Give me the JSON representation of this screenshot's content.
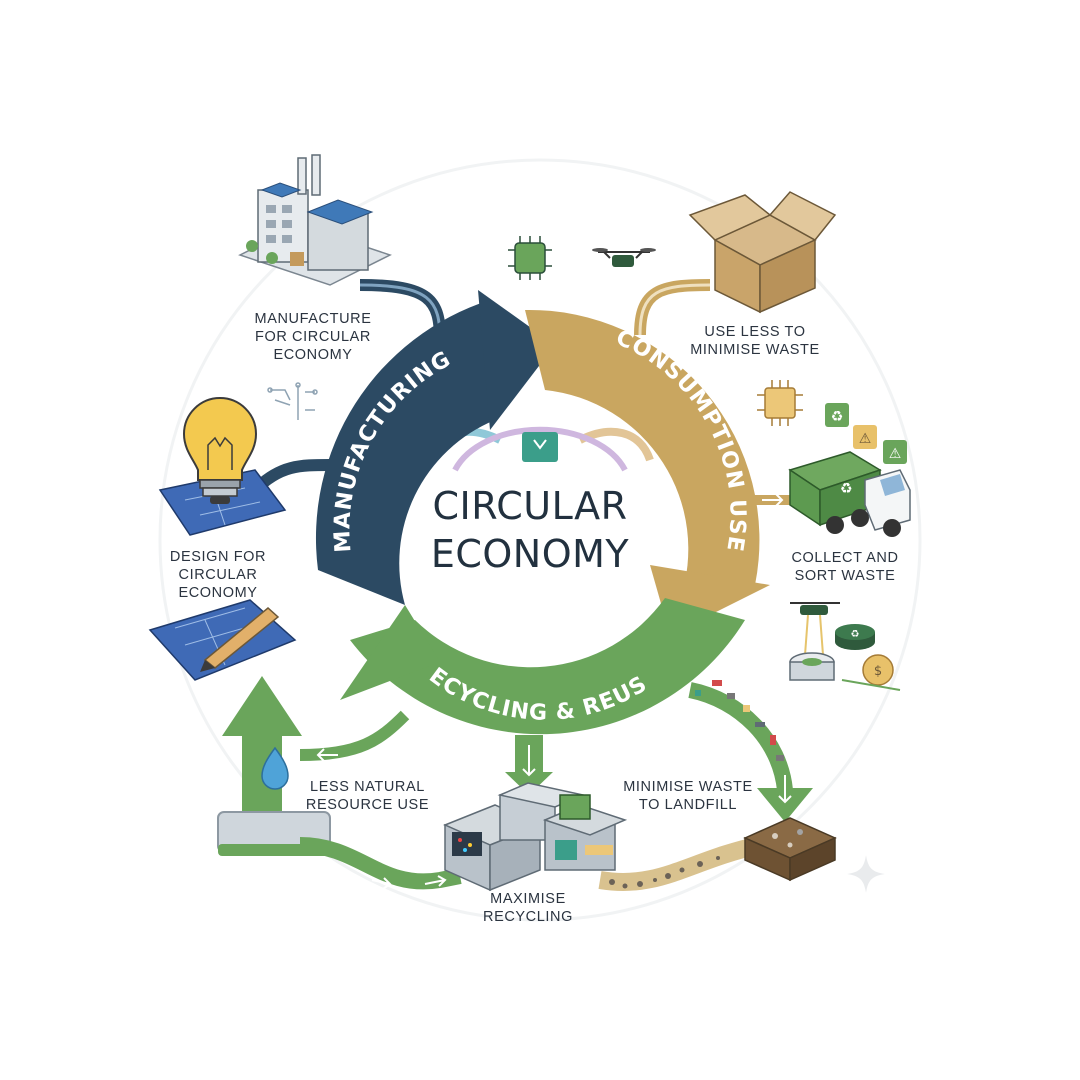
{
  "title": {
    "line1": "CIRCULAR",
    "line2": "ECONOMY"
  },
  "cycle": {
    "manufacturing": "MANUFACTURING",
    "consumption": "CONSUMPTION USE",
    "recycling": "RECYCLING & REUSE"
  },
  "stages": {
    "manufacture": [
      "MANUFACTURE",
      "FOR CIRCULAR",
      "ECONOMY"
    ],
    "use_less": [
      "USE LESS TO",
      "MINIMISE WASTE"
    ],
    "design": [
      "DESIGN FOR",
      "CIRCULAR",
      "ECONOMY"
    ],
    "collect": [
      "COLLECT AND",
      "SORT WASTE"
    ],
    "less_natural": [
      "LESS NATURAL",
      "RESOURCE USE"
    ],
    "landfill": [
      "MINIMISE WASTE",
      "TO LANDFILL"
    ],
    "maximise": [
      "MAXIMISE",
      "RECYCLING"
    ]
  },
  "colors": {
    "manufacturing": "#2c4a63",
    "consumption": "#c9a660",
    "recycling": "#6aa55b",
    "text": "#2b3440"
  },
  "icons": [
    "factory-icon",
    "box-icon",
    "lightbulb-icon",
    "blueprint-icon",
    "garbage-truck-icon",
    "water-drop-icon",
    "recycling-machine-icon",
    "landfill-icon",
    "drone-icon",
    "chip-icon",
    "coin-icon",
    "sparkle-icon"
  ]
}
